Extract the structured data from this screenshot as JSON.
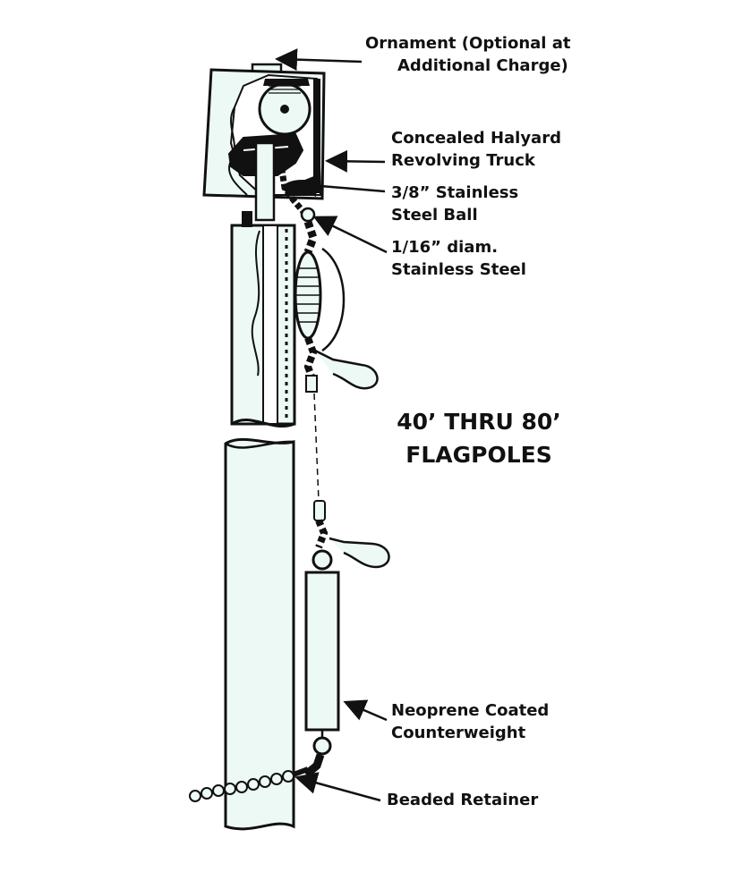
{
  "colors": {
    "background": "#ffffff",
    "fill": "#edf9f4",
    "outline": "#111111",
    "text": "#111111"
  },
  "title": {
    "line1": "40’ THRU 80’",
    "line2": "FLAGPOLES"
  },
  "callouts": {
    "ornament": {
      "line1": "Ornament (Optional at",
      "line2": "Additional Charge)"
    },
    "truck": {
      "line1": "Concealed Halyard",
      "line2": "Revolving Truck"
    },
    "ball": {
      "line1": "3/8” Stainless",
      "line2": "Steel Ball"
    },
    "cable": {
      "line1": "1/16” diam.",
      "line2": "Stainless Steel"
    },
    "counterweight": {
      "line1": "Neoprene Coated",
      "line2": "Counterweight"
    },
    "retainer": {
      "line1": "Beaded Retainer"
    }
  }
}
